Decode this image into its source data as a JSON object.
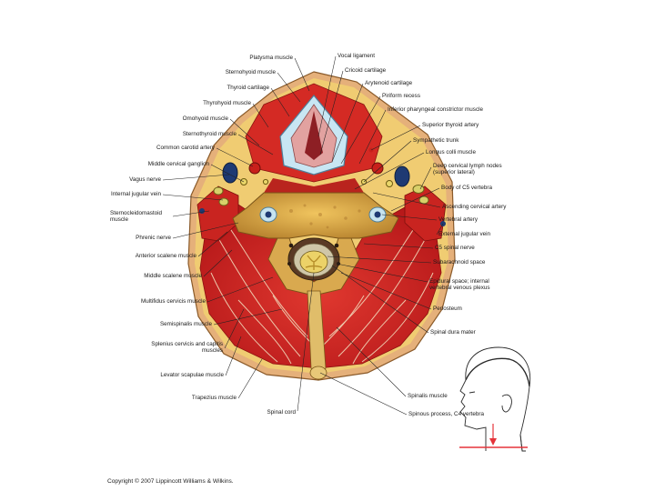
{
  "figure": {
    "copyright": "Copyright © 2007 Lippincott Williams & Wilkins."
  },
  "labels": {
    "left": [
      "Platysma muscle",
      "Sternohyoid muscle",
      "Thyroid cartilage",
      "Thyrohyoid muscle",
      "Omohyoid muscle",
      "Sternothyroid muscle",
      "Common carotid artery",
      "Middle cervical ganglion",
      "Vagus nerve",
      "Internal jugular vein",
      "Sternocleidomastoid\nmuscle",
      "Phrenic nerve",
      "Anterior scalene muscle",
      "Middle scalene muscle",
      "Multifidus cervicis muscle",
      "Semispinalis muscle",
      "Splenius cervicis and capitis\nmuscles",
      "Levator scapulae muscle",
      "Trapezius muscle",
      "Spinal cord"
    ],
    "right": [
      "Vocal ligament",
      "Cricoid cartilage",
      "Arytenoid cartilage",
      "Piriform recess",
      "Inferior pharyngeal constrictor muscle",
      "Superior thyroid artery",
      "Sympathetic trunk",
      "Longus colli muscle",
      "Deep cervical lymph nodes\n(superior lateral)",
      "Body of C5 vertebra",
      "Ascending cervical artery",
      "Vertebral artery",
      "External jugular vein",
      "C5 spinal nerve",
      "Subarachnoid space",
      "Epidural space; internal\nvertebral venous plexus",
      "Periosteum",
      "Spinal dura mater",
      "Spinalis muscle",
      "Spinous process, C4 vertebra"
    ]
  },
  "colors": {
    "muscle": "#d3231f",
    "muscle_dark": "#9e1410",
    "fat": "#eec86a",
    "skin": "#e8b98a",
    "bone": "#d6a447",
    "cartilage": "#bfe0ef",
    "artery": "#c8201b",
    "vein": "#1f3b73",
    "nerve": "#e2d35a",
    "leader": "#222222"
  }
}
